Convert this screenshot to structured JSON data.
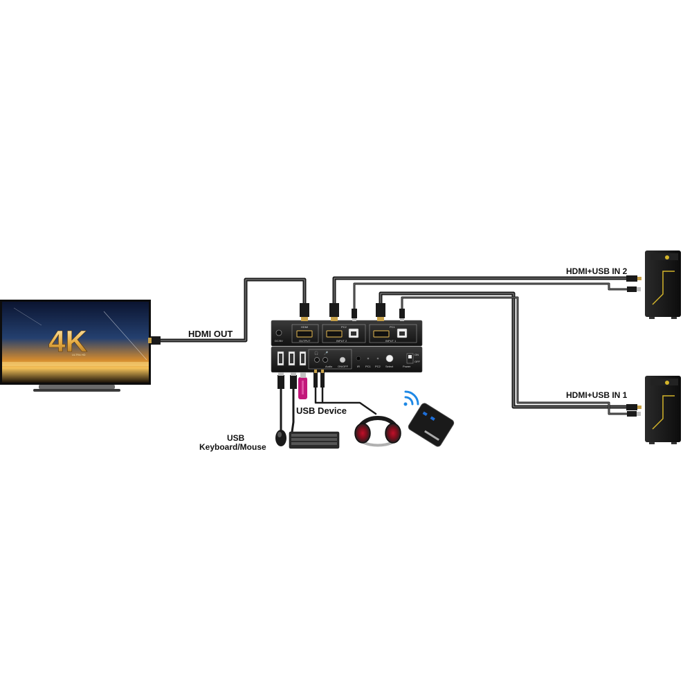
{
  "labels": {
    "hdmi_out": "HDMI OUT",
    "hdmi_usb_in_2": "HDMI+USB IN 2",
    "hdmi_usb_in_1": "HDMI+USB IN 1",
    "usb_device": "USB Device",
    "usb_kbm_line1": "USB",
    "usb_kbm_line2": "Keyboard/Mouse"
  },
  "tv": {
    "logo": "4K",
    "logo_sub": "ULTRA HD"
  },
  "switch_rear": {
    "dc": "DC/5V",
    "output_top": "HDMI",
    "output": "OUTPUT",
    "pc2": "PC2",
    "input2": "INPUT 2",
    "pc1": "PC1",
    "input1": "INPUT 1"
  },
  "switch_front": {
    "audio": "Audio",
    "on_off": "ON/OFF",
    "ir": "IR",
    "pc1": "PC1",
    "pc2": "PC2",
    "select": "Select",
    "power": "Power",
    "on": "ON",
    "off": "OFF"
  },
  "colors": {
    "cable": "#1a1a1a",
    "cable_hi": "#8a8a8a",
    "connector_gold": "#c8a24a",
    "pc_accent": "#d4b52a",
    "remote_button": "#1e6fd9",
    "usb_stick": "#c2187a"
  }
}
